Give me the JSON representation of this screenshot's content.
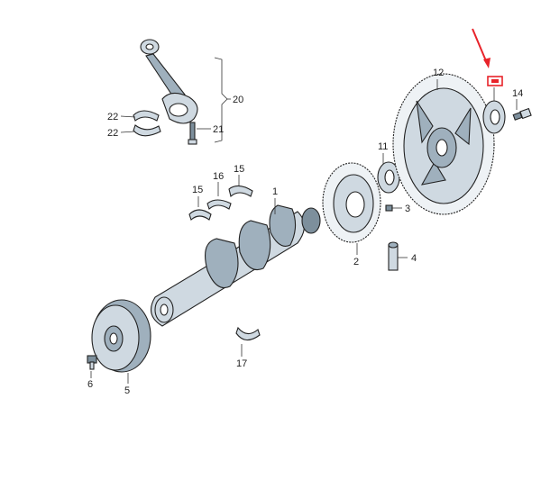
{
  "diagram": {
    "callouts": {
      "c1": "1",
      "c2": "2",
      "c3": "3",
      "c4": "4",
      "c5": "5",
      "c6": "6",
      "c11": "11",
      "c12": "12",
      "c14": "14",
      "c15a": "15",
      "c15b": "15",
      "c16": "16",
      "c17": "17",
      "c20": "20",
      "c21": "21",
      "c22a": "22",
      "c22b": "22"
    },
    "colors": {
      "part_fill": "#cfd9e1",
      "part_shade": "#9fb0bd",
      "part_dark": "#7d8f9c",
      "outline": "#222222",
      "highlight": "#e8232a"
    },
    "icons": [
      "highlight-arrow-icon",
      "info-marker-icon"
    ]
  }
}
